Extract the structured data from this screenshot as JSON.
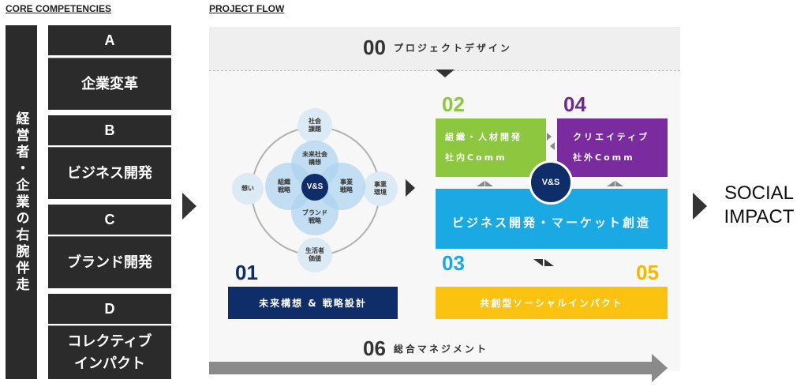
{
  "headers": {
    "left": "CORE COMPETENCIES",
    "right": "PROJECT FLOW"
  },
  "vertical_label": "経営者・企業の右腕伴走",
  "competencies": [
    {
      "letter": "A",
      "name": "企業変革"
    },
    {
      "letter": "B",
      "name": "ビジネス開発"
    },
    {
      "letter": "C",
      "name": "ブランド開発"
    },
    {
      "letter": "D",
      "name_line1": "コレクティブ",
      "name_line2": "インパクト"
    }
  ],
  "steps": {
    "s00": {
      "num": "00",
      "label": "プロジェクトデザイン"
    },
    "s01": {
      "num": "01",
      "label": "未来構想 & 戦略設計"
    },
    "s02": {
      "num": "02",
      "line1": "組織・人材開発",
      "line2": "社内Comm"
    },
    "s03": {
      "num": "03",
      "label": "ビジネス開発・マーケット創造"
    },
    "s04": {
      "num": "04",
      "line1": "クリエイティブ",
      "line2": "社外Comm"
    },
    "s05": {
      "num": "05",
      "label": "共創型ソーシャルインパクト"
    },
    "s06": {
      "num": "06",
      "label": "総合マネジメント"
    }
  },
  "diagram": {
    "center": "V&S",
    "top": [
      "社会",
      "課題"
    ],
    "bottom": [
      "生活者",
      "価値"
    ],
    "left": "想い",
    "right": [
      "事業",
      "環境"
    ],
    "petal_top": [
      "未来社会",
      "構想"
    ],
    "petal_left": [
      "組織",
      "戦略"
    ],
    "petal_right": [
      "事業",
      "戦略"
    ],
    "petal_bottom": [
      "ブランド",
      "戦略"
    ]
  },
  "vs_badge": "V&S",
  "outcome": {
    "line1": "SOCIAL",
    "line2": "IMPACT"
  },
  "colors": {
    "dark": "#2b2b2b",
    "green": "#8dc63f",
    "purple": "#7a2b9e",
    "blue": "#1ba9e3",
    "yellow": "#fbc20f",
    "navy": "#0f2d69",
    "step02": "#8dc63f",
    "step03": "#1ba9e3",
    "step04": "#6f2a91",
    "step05": "#f5b800",
    "step01": "#0f2d69"
  }
}
